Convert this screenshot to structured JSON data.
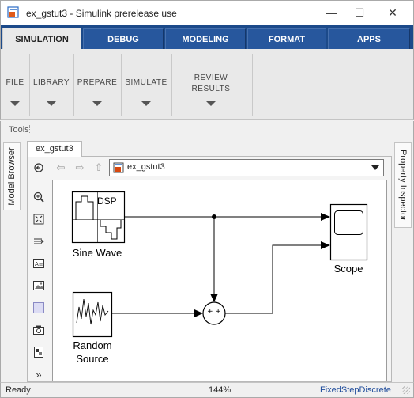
{
  "window": {
    "title": "ex_gstut3 - Simulink prerelease use",
    "icon": "simulink-icon",
    "controls": {
      "minimize": "—",
      "maximize": "☐",
      "close": "✕"
    }
  },
  "ribbon": {
    "tabs": [
      {
        "label": "SIMULATION",
        "active": true
      },
      {
        "label": "DEBUG",
        "active": false
      },
      {
        "label": "MODELING",
        "active": false
      },
      {
        "label": "FORMAT",
        "active": false
      },
      {
        "label": "APPS",
        "active": false
      }
    ],
    "groups": [
      {
        "label": "FILE"
      },
      {
        "label": "LIBRARY"
      },
      {
        "label": "PREPARE"
      },
      {
        "label": "SIMULATE"
      },
      {
        "label": "REVIEW RESULTS"
      }
    ]
  },
  "tools": {
    "label": "Tools"
  },
  "panels": {
    "left_tab": "Model Browser",
    "right_tab": "Property Inspector"
  },
  "editor": {
    "doc_tab": "ex_gstut3",
    "address": "ex_gstut3",
    "nav": {
      "back": "⇦",
      "forward": "⇨",
      "up": "⇧"
    }
  },
  "palette": {
    "items": [
      {
        "name": "hide-show-browser-icon"
      },
      {
        "name": "zoom-icon"
      },
      {
        "name": "fit-to-view-icon"
      },
      {
        "name": "signal-arrows-icon"
      },
      {
        "name": "annotation-icon"
      },
      {
        "name": "image-icon"
      },
      {
        "name": "area-icon"
      },
      {
        "name": "screenshot-icon"
      },
      {
        "name": "record-icon"
      },
      {
        "name": "more-icon"
      }
    ]
  },
  "diagram": {
    "blocks": {
      "sine_wave": {
        "label": "Sine Wave",
        "icon_text": "DSP"
      },
      "random_source": {
        "label_line1": "Random",
        "label_line2": "Source"
      },
      "scope": {
        "label": "Scope"
      },
      "sum": {
        "signs": "+ +"
      }
    }
  },
  "status": {
    "left": "Ready",
    "zoom": "144%",
    "solver": "FixedStepDiscrete"
  },
  "colors": {
    "ribbon_tabs": "#1c4a8a",
    "solver_link": "#1c4a9a"
  }
}
